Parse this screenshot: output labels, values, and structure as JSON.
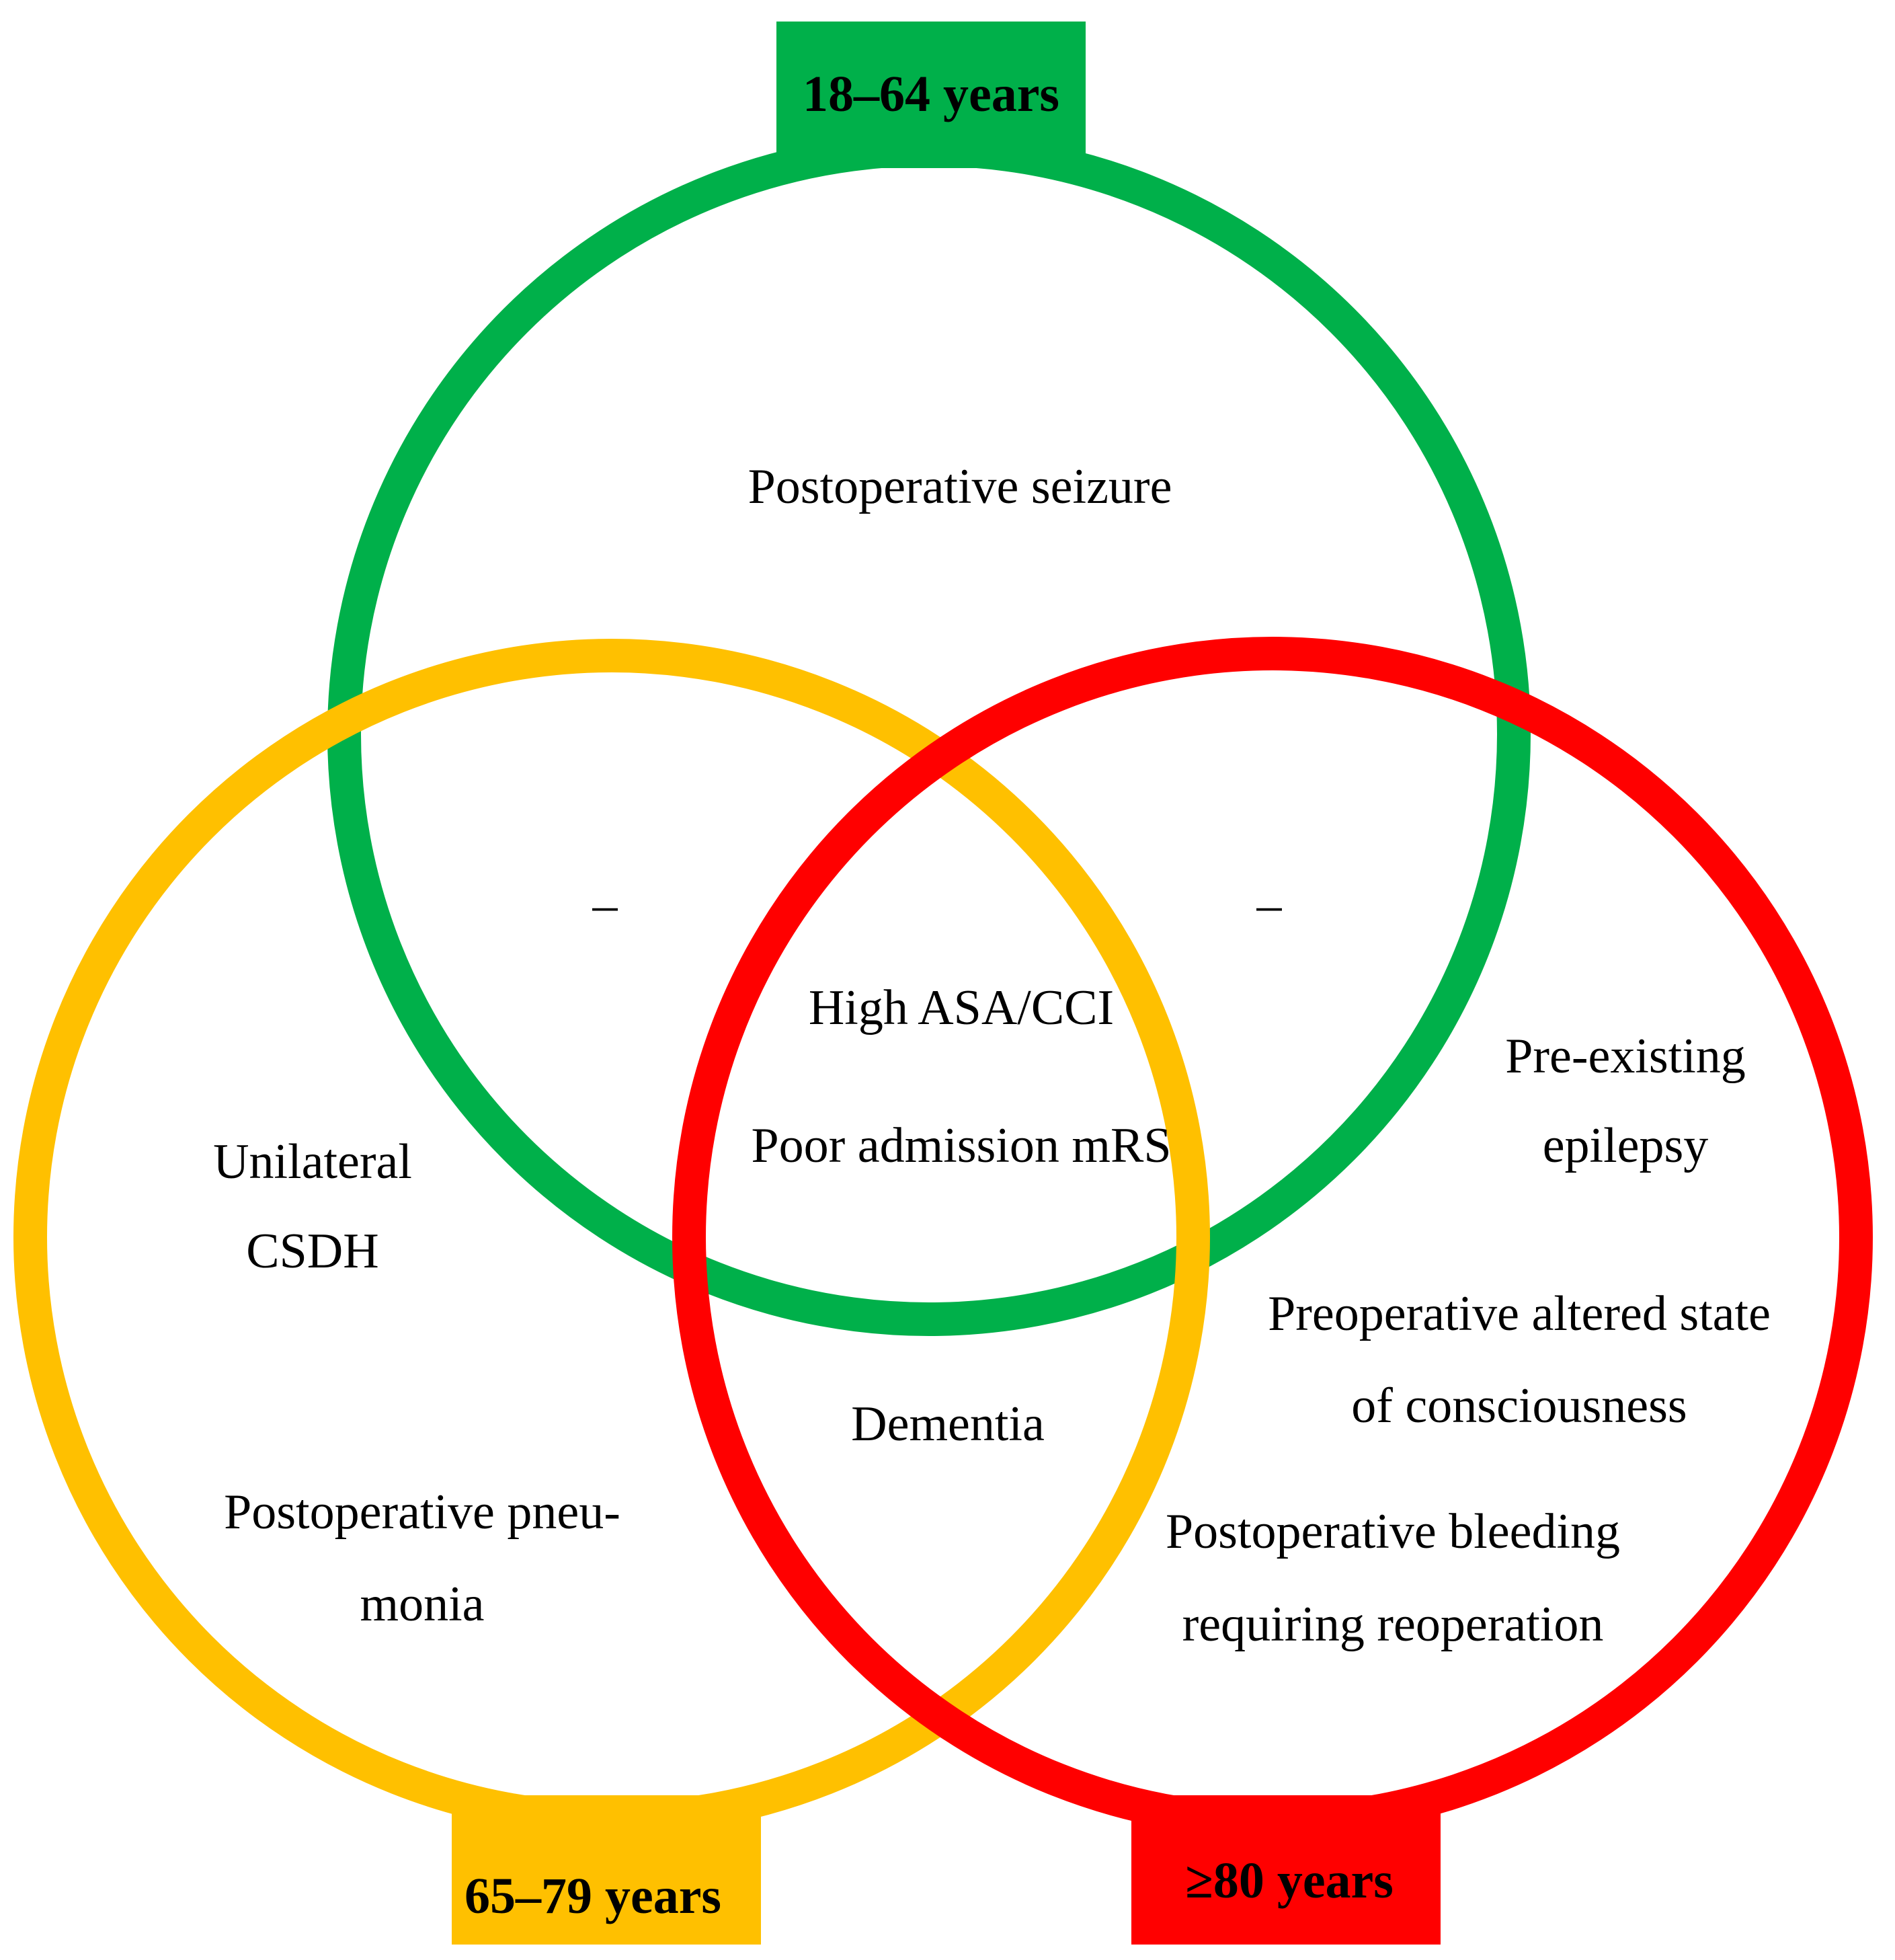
{
  "colors": {
    "group_18_64": "#00B04A",
    "group_65_79": "#FFC000",
    "group_80_plus": "#FF0000",
    "text": "#000000",
    "background": "#FFFFFF"
  },
  "groups": {
    "young": {
      "label": "18–64 years"
    },
    "middle": {
      "label": "65–79 years"
    },
    "old": {
      "label": "≥80 years"
    }
  },
  "regions": {
    "young_only": [
      "Postoperative seizure"
    ],
    "young_middle": [
      "–"
    ],
    "young_old": [
      "–"
    ],
    "all_groups": [
      "High ASA/CCI",
      "Poor admission mRS"
    ],
    "middle_old": [
      "Dementia"
    ],
    "middle_only": [
      "Unilateral",
      "CSDH",
      "Postoperative pneu-",
      "monia"
    ],
    "old_only": [
      "Pre-existing",
      "epilepsy",
      "Preoperative altered state",
      "of consciousness",
      "Postoperative bleeding",
      "requiring reoperation"
    ]
  }
}
